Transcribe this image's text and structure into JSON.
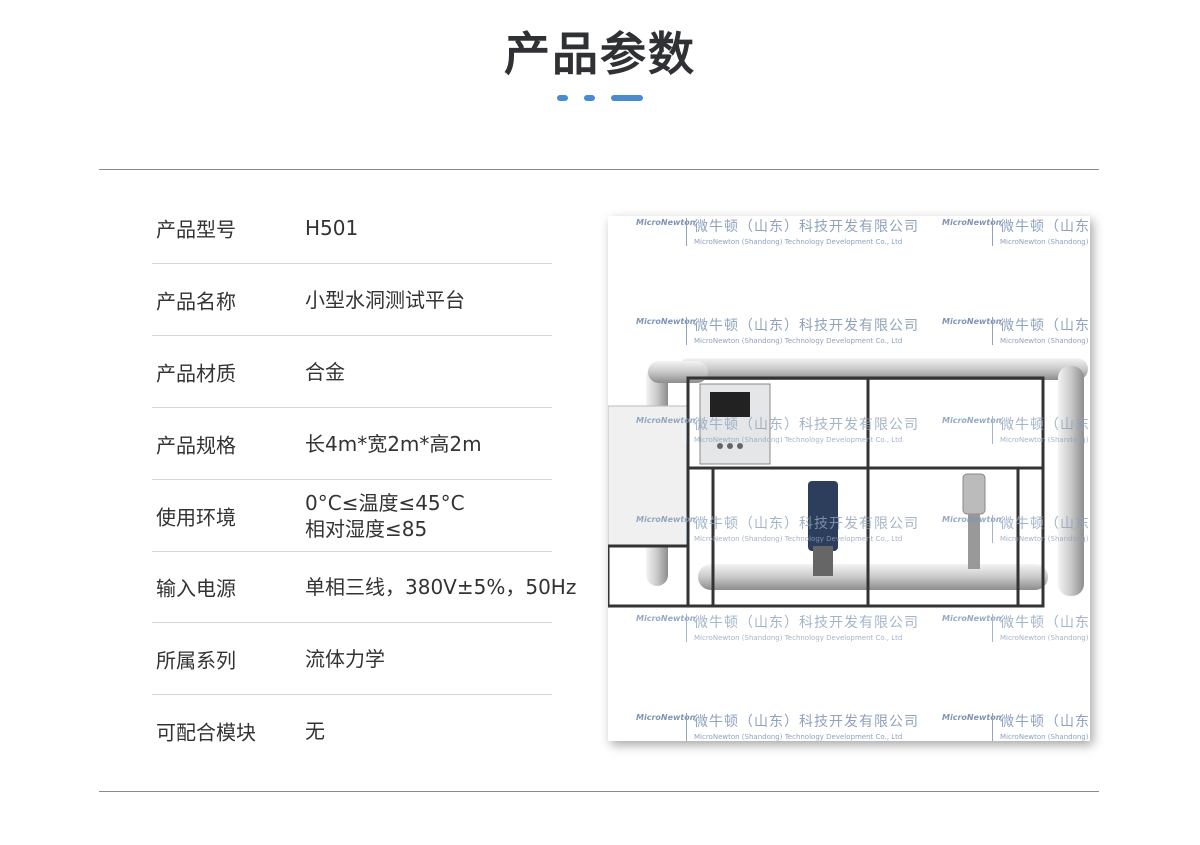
{
  "title": "产品参数",
  "accent_color": "#4a8ccb",
  "specs": [
    {
      "label": "产品型号",
      "value": "H501"
    },
    {
      "label": "产品名称",
      "value": "小型水洞测试平台"
    },
    {
      "label": "产品材质",
      "value": "合金"
    },
    {
      "label": "产品规格",
      "value": "长4m*宽2m*高2m"
    },
    {
      "label": "使用环境",
      "value": "0°C≤温度≤45°C",
      "value2": "相对湿度≤85"
    },
    {
      "label": "输入电源",
      "value": "单相三线，380V±5%，50Hz"
    },
    {
      "label": "所属系列",
      "value": "流体力学"
    },
    {
      "label": "可配合模块",
      "value": "无"
    }
  ],
  "watermark": {
    "cn": "微牛顿（山东）科技开发有限公司",
    "en": "MicroNewton (Shandong) Technology Development Co., Ltd",
    "logo": "MicroNewton"
  }
}
